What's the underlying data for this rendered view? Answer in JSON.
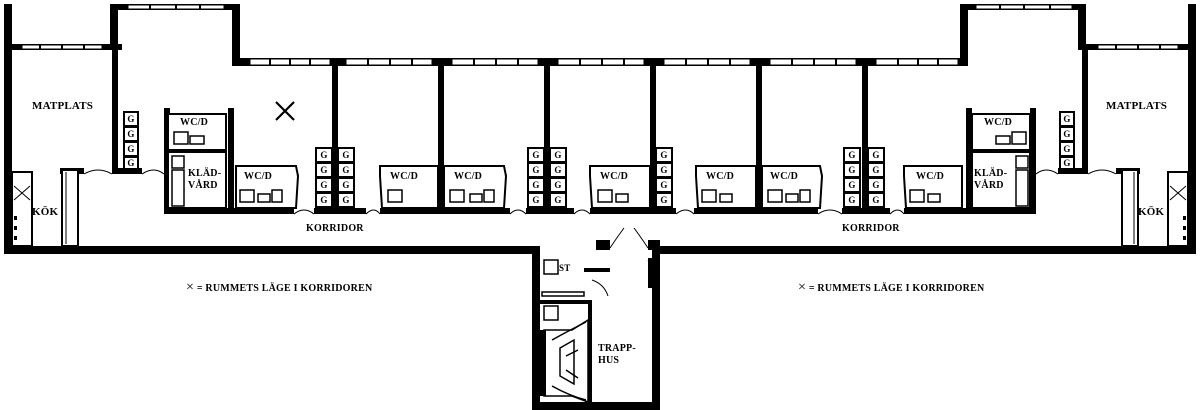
{
  "labels": {
    "matplats": "MATPLATS",
    "kok": "KÖK",
    "kladvard_1": "KLÄD-",
    "kladvard_2": "VÅRD",
    "wcd": "WC/D",
    "korridor": "KORRIDOR",
    "st": "ST",
    "trapphus_1": "TRAPP-",
    "trapphus_2": "HUS",
    "legend_symbol": "×",
    "legend_text": "= RUMMETS LÄGE I KORRIDOREN",
    "room_marker": "×",
    "g": "G"
  }
}
